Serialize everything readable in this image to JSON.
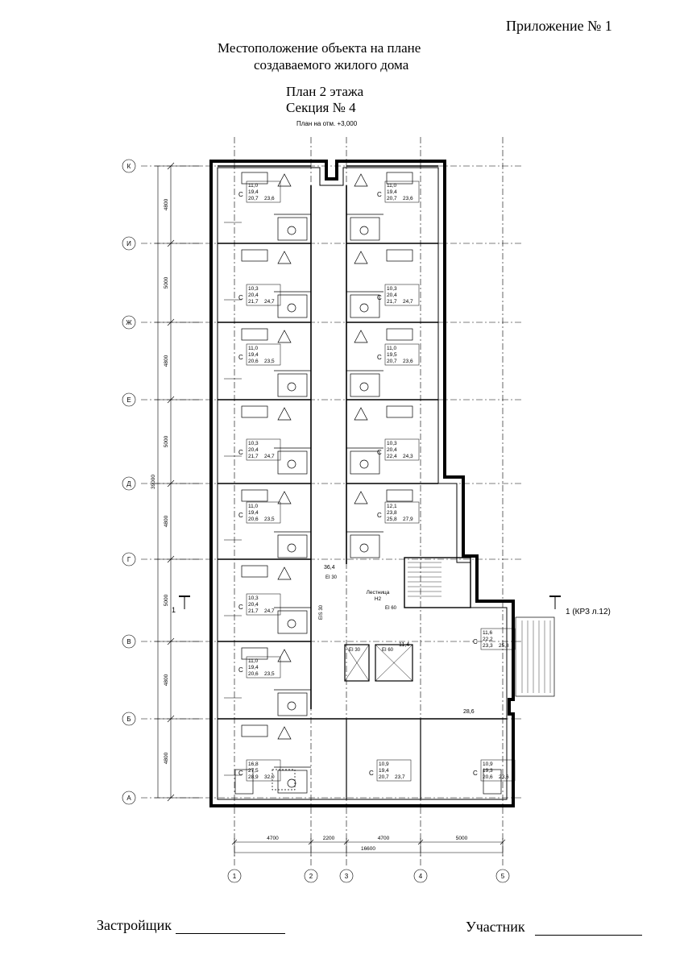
{
  "header": {
    "appendix": "Приложение № 1",
    "title_line1": "Местоположение объекта на плане",
    "title_line2": "создаваемого жилого дома",
    "plan_title": "План 2 этажа",
    "section_title": "Секция № 4",
    "level_note": "План на отм. +3,000"
  },
  "axes": {
    "rows": [
      "К",
      "И",
      "Ж",
      "Е",
      "Д",
      "Г",
      "В",
      "Б",
      "А"
    ],
    "cols": [
      "1",
      "2",
      "3",
      "4",
      "5"
    ]
  },
  "dimensions": {
    "vertical": [
      "4800",
      "5000",
      "4800",
      "5000",
      "4800",
      "5000",
      "4800",
      "4800"
    ],
    "vertical_total": "39000",
    "horizontal": [
      "4700",
      "2200",
      "4700",
      "5000"
    ],
    "horizontal_total": "16600"
  },
  "section_mark": {
    "left": "1",
    "right": "1 (КРЗ л.12)"
  },
  "stair_labels": {
    "stair_name": "Лестница",
    "stair_type": "Н2",
    "ei60_a": "EI 60",
    "ei30_a": "EI 30",
    "ei30_b": "EI 30",
    "ei60_b": "EI 60",
    "ei30_vert": "EIS 30",
    "corridor_area": "36,4",
    "corridor_area2": "28,6",
    "corridor_area3": "11,4"
  },
  "apartments_left": [
    {
      "c": "С",
      "a": "11,0",
      "b": "19,4",
      "d": "20,7",
      "e": "23,6"
    },
    {
      "c": "С",
      "a": "10,3",
      "b": "20,4",
      "d": "21,7",
      "e": "24,7"
    },
    {
      "c": "С",
      "a": "11,0",
      "b": "19,4",
      "d": "20,6",
      "e": "23,5"
    },
    {
      "c": "С",
      "a": "10,3",
      "b": "20,4",
      "d": "21,7",
      "e": "24,7"
    },
    {
      "c": "С",
      "a": "11,0",
      "b": "19,4",
      "d": "20,6",
      "e": "23,5"
    },
    {
      "c": "С",
      "a": "10,3",
      "b": "20,4",
      "d": "21,7",
      "e": "24,7"
    },
    {
      "c": "С",
      "a": "11,0",
      "b": "19,4",
      "d": "20,6",
      "e": "23,5"
    },
    {
      "c": "С",
      "a": "16,8",
      "b": "27,5",
      "d": "28,9",
      "e": "32,0"
    }
  ],
  "apartments_right": [
    {
      "c": "С",
      "a": "11,0",
      "b": "19,4",
      "d": "20,7",
      "e": "23,6"
    },
    {
      "c": "С",
      "a": "10,3",
      "b": "20,4",
      "d": "21,7",
      "e": "24,7"
    },
    {
      "c": "С",
      "a": "11,0",
      "b": "19,5",
      "d": "20,7",
      "e": "23,6"
    },
    {
      "c": "С",
      "a": "10,3",
      "b": "20,4",
      "d": "22,4",
      "e": "24,3"
    },
    {
      "c": "С",
      "a": "12,1",
      "b": "23,8",
      "d": "25,8",
      "e": "27,9"
    }
  ],
  "apartments_bottom": [
    {
      "c": "С",
      "a": "10,9",
      "b": "19,4",
      "d": "20,7",
      "e": "23,7"
    },
    {
      "c": "С",
      "a": "10,9",
      "b": "19,3",
      "d": "20,6",
      "e": "23,6"
    },
    {
      "c": "С",
      "a": "11,6",
      "b": "22,2",
      "d": "23,3",
      "e": "25,8"
    }
  ],
  "footer": {
    "developer_label": "Застройщик",
    "participant_label": "Участник"
  }
}
